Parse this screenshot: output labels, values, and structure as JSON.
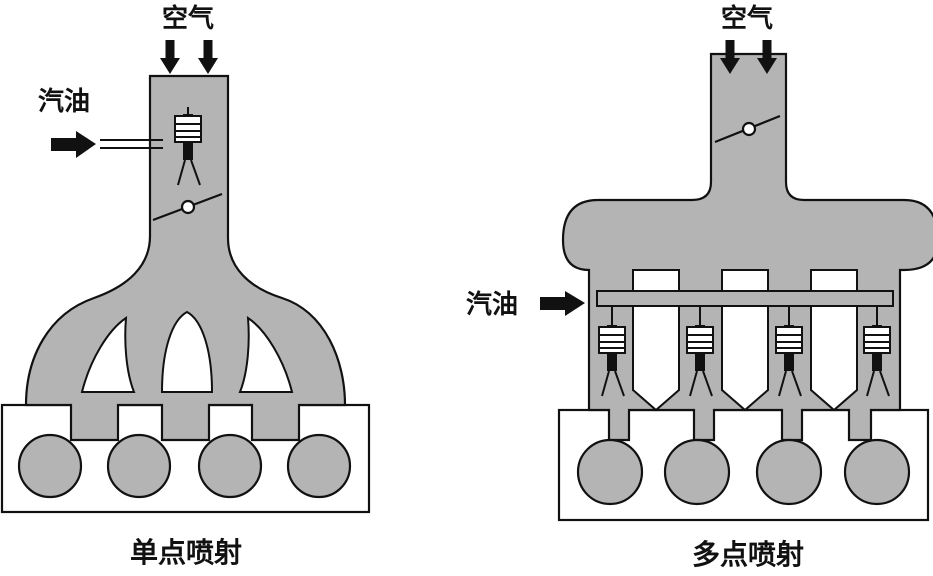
{
  "left": {
    "air_label": "空气",
    "fuel_label": "汽油",
    "caption": "单点喷射"
  },
  "right": {
    "air_label": "空气",
    "fuel_label": "汽油",
    "caption": "多点喷射"
  },
  "colors": {
    "manifold_fill": "#b4b4b4",
    "line": "#111111",
    "background": "#ffffff"
  }
}
